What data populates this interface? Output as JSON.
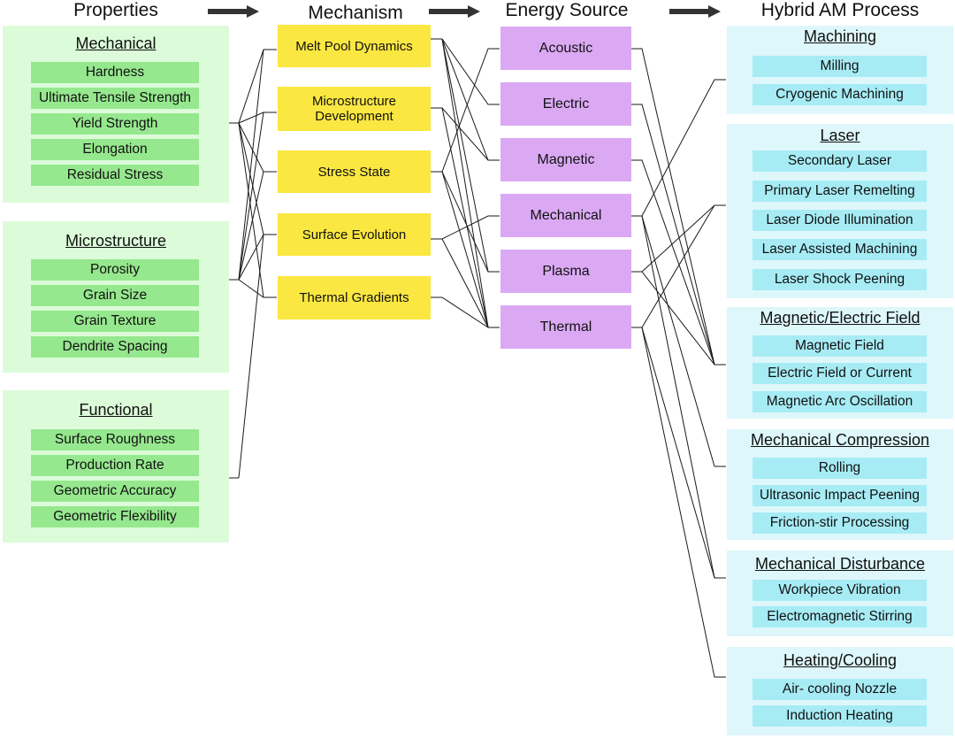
{
  "headers": {
    "properties": "Properties",
    "mechanism": "Mechanism",
    "energy_source": "Energy Source",
    "hybrid_am_process": "Hybrid AM Process"
  },
  "properties": {
    "mechanical": {
      "title": "Mechanical",
      "items": [
        "Hardness",
        "Ultimate Tensile Strength",
        "Yield Strength",
        "Elongation",
        "Residual Stress"
      ]
    },
    "microstructure": {
      "title": "Microstructure",
      "items": [
        "Porosity",
        "Grain Size",
        "Grain Texture",
        "Dendrite Spacing"
      ]
    },
    "functional": {
      "title": "Functional",
      "items": [
        "Surface Roughness",
        "Production Rate",
        "Geometric Accuracy",
        "Geometric Flexibility"
      ]
    }
  },
  "mechanism": {
    "melt_pool": "Melt Pool Dynamics",
    "microstructure_dev_line1": "Microstructure",
    "microstructure_dev_line2": "Development",
    "stress_state": "Stress State",
    "surface_evolution": "Surface Evolution",
    "thermal_gradients": "Thermal Gradients"
  },
  "energy_source": {
    "acoustic": "Acoustic",
    "electric": "Electric",
    "magnetic": "Magnetic",
    "mechanical": "Mechanical",
    "plasma": "Plasma",
    "thermal": "Thermal"
  },
  "hybrid_process": {
    "machining": {
      "title": "Machining",
      "items": [
        "Milling",
        "Cryogenic Machining"
      ]
    },
    "laser": {
      "title": "Laser",
      "items": [
        "Secondary Laser",
        "Primary Laser Remelting",
        "Laser Diode Illumination",
        "Laser Assisted Machining",
        "Laser Shock Peening"
      ]
    },
    "mag_elec": {
      "title": "Magnetic/Electric Field",
      "items": [
        "Magnetic Field",
        "Electric Field or Current",
        "Magnetic Arc Oscillation"
      ]
    },
    "mech_comp": {
      "title": "Mechanical Compression",
      "items": [
        "Rolling",
        "Ultrasonic Impact Peening",
        "Friction-stir Processing"
      ]
    },
    "mech_dist": {
      "title": "Mechanical Disturbance",
      "items": [
        "Workpiece Vibration",
        "Electromagnetic Stirring"
      ]
    },
    "heat_cool": {
      "title": "Heating/Cooling",
      "items": [
        "Air- cooling Nozzle",
        "Induction Heating"
      ]
    }
  },
  "colors": {
    "property_group_bg": "#dcfcd9",
    "property_item_bg": "#96e88e",
    "mechanism_bg": "#fbe741",
    "energy_bg": "#dba9f4",
    "process_group_bg": "#def7fb",
    "process_item_bg": "#a7ecf5",
    "arrow": "#333333",
    "line": "#1a1a1a"
  }
}
